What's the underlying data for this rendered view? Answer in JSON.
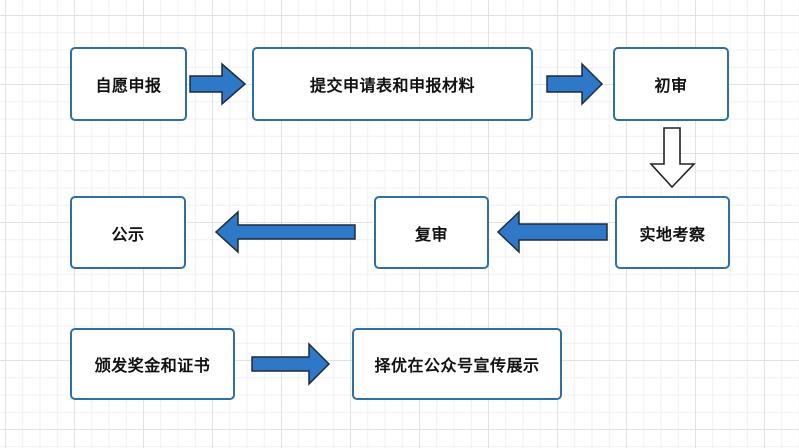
{
  "diagram": {
    "type": "flowchart",
    "colors": {
      "node_border": "#2e6fa7",
      "arrow_fill": "#2f78c8",
      "arrow_stroke": "#1d2b3a",
      "hollow_arrow_stroke": "#222222",
      "text": "#111111"
    },
    "nodes": {
      "apply": "自愿申报",
      "submit": "提交申请表和申报材料",
      "first_review": "初审",
      "site_visit": "实地考察",
      "second_review": "复审",
      "publicity": "公示",
      "award": "颁发奖金和证书",
      "showcase": "择优在公众号宣传展示"
    },
    "edges": [
      {
        "from": "自愿申报",
        "to": "提交申请表和申报材料",
        "style": "solid-blue",
        "direction": "right"
      },
      {
        "from": "提交申请表和申报材料",
        "to": "初审",
        "style": "solid-blue",
        "direction": "right"
      },
      {
        "from": "初审",
        "to": "实地考察",
        "style": "hollow",
        "direction": "down"
      },
      {
        "from": "实地考察",
        "to": "复审",
        "style": "solid-blue",
        "direction": "left"
      },
      {
        "from": "复审",
        "to": "公示",
        "style": "solid-blue",
        "direction": "left"
      },
      {
        "from": "颁发奖金和证书",
        "to": "择优在公众号宣传展示",
        "style": "solid-blue",
        "direction": "right"
      }
    ]
  }
}
